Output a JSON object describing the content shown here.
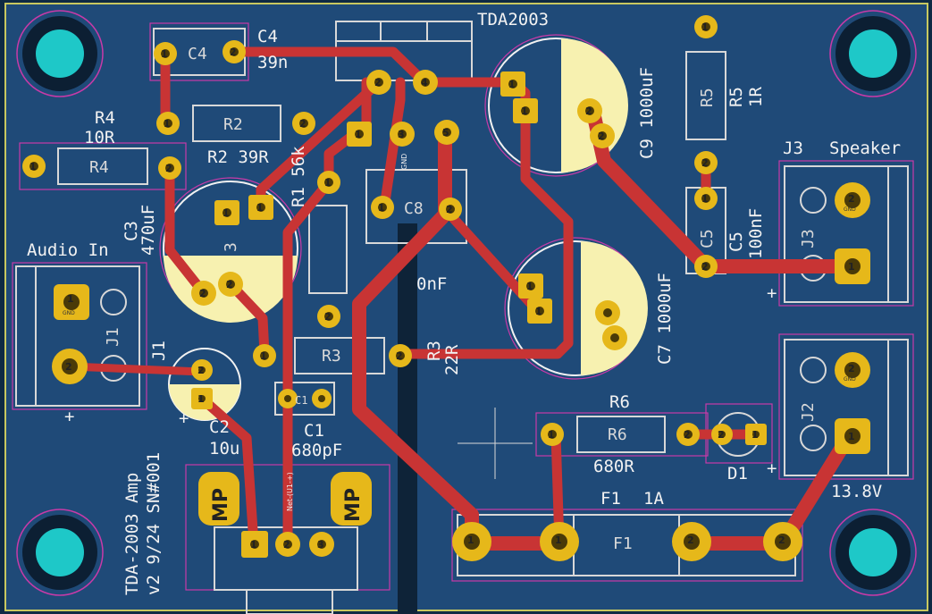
{
  "board": {
    "colors": {
      "board": "#1f4a78",
      "edge": "#c8c860",
      "trace": "#c83434",
      "pad": "#e6b81a",
      "silk": "#f2f2f2",
      "mount": "#1ec8c8",
      "cap_fill": "#f7f1b0"
    }
  },
  "labels": {
    "tda": "TDA2003",
    "c4_ref": "C4",
    "c4_val": "39n",
    "c4_body": "C4",
    "r2_body": "R2",
    "r2_val": "R2 39R",
    "r4_ref": "R4",
    "r4_val": "10R",
    "r4_body": "R4",
    "r1_val": "R1 56k",
    "c3_ref": "C3",
    "c3_val": "470uF",
    "c3_body": "3",
    "audio_in": "Audio In",
    "j1": "J1",
    "j1_silk": "J1",
    "c8_body": "C8",
    "c8_val": "0nF",
    "r3_body": "R3",
    "r3_ref": "R3",
    "r3_val": "22R",
    "c2_ref": "C2",
    "c2_val": "10u",
    "c1_ref": "C1",
    "c1_val": "680pF",
    "c1_body": "C1",
    "r5_body": "R5",
    "r5_ref": "R5",
    "r5_val": "1R",
    "c9_val": "C9 1000uF",
    "c7_val": "C7 1000uF",
    "c5_body": "C5",
    "c5_ref": "C5",
    "c5_val": "100nF",
    "j3": "J3",
    "speaker": "Speaker",
    "j3_silk": "J3",
    "j2_silk": "J2",
    "v138": "13.8V",
    "r6_ref": "R6",
    "r6_body": "R6",
    "r6_val": "680R",
    "d1_ref": "D1",
    "f1_ref": "F1",
    "f1_val": "1A",
    "f1_body": "F1",
    "version1": "TDA-2003 Amp",
    "version2": "v2 9/24 SN#001",
    "mp": "MP",
    "gnd": "GND",
    "plus": "+",
    "net_u1": "Net-(U1-+)"
  }
}
